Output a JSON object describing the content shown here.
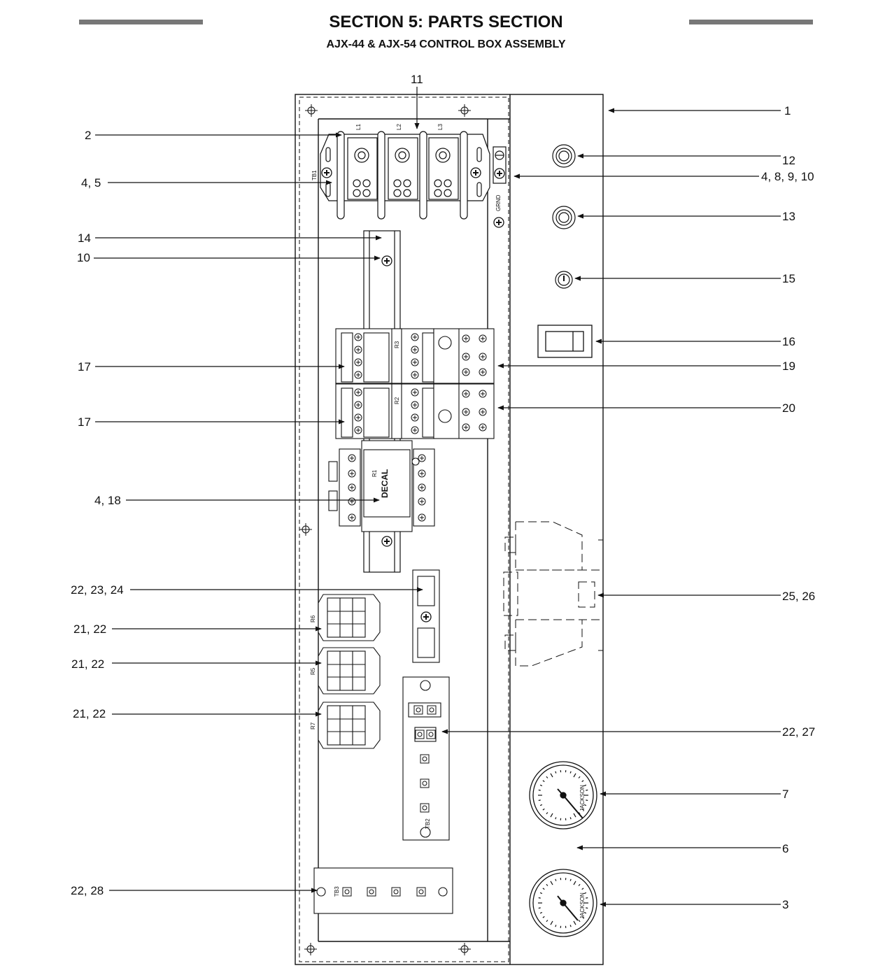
{
  "header": {
    "title": "SECTION 5: PARTS SECTION",
    "subtitle": "AJX-44 & AJX-54 CONTROL BOX ASSEMBLY"
  },
  "callouts": {
    "c1": "1",
    "c2": "2",
    "c3": "3",
    "c4_5": "4, 5",
    "c4_8_9_10": "4, 8, 9, 10",
    "c4_18": "4, 18",
    "c6": "6",
    "c7": "7",
    "c10": "10",
    "c11": "11",
    "c12": "12",
    "c13": "13",
    "c14": "14",
    "c15": "15",
    "c16": "16",
    "c17a": "17",
    "c17b": "17",
    "c19": "19",
    "c20": "20",
    "c21_22a": "21, 22",
    "c21_22b": "21, 22",
    "c21_22c": "21, 22",
    "c22_23_24": "22, 23, 24",
    "c22_27": "22, 27",
    "c22_28": "22, 28",
    "c25_26": "25, 26"
  },
  "labels": {
    "l1": "L1",
    "l2": "L2",
    "l3": "L3",
    "tb1": "TB1",
    "grnd": "GRND",
    "decal": "DECAL",
    "r1": "R1",
    "r2": "R2",
    "r3": "R3",
    "r6": "R6",
    "r5": "R5",
    "r7": "R7",
    "tb2": "TB2",
    "tb3": "TB3",
    "jackson": "JACKSON"
  }
}
